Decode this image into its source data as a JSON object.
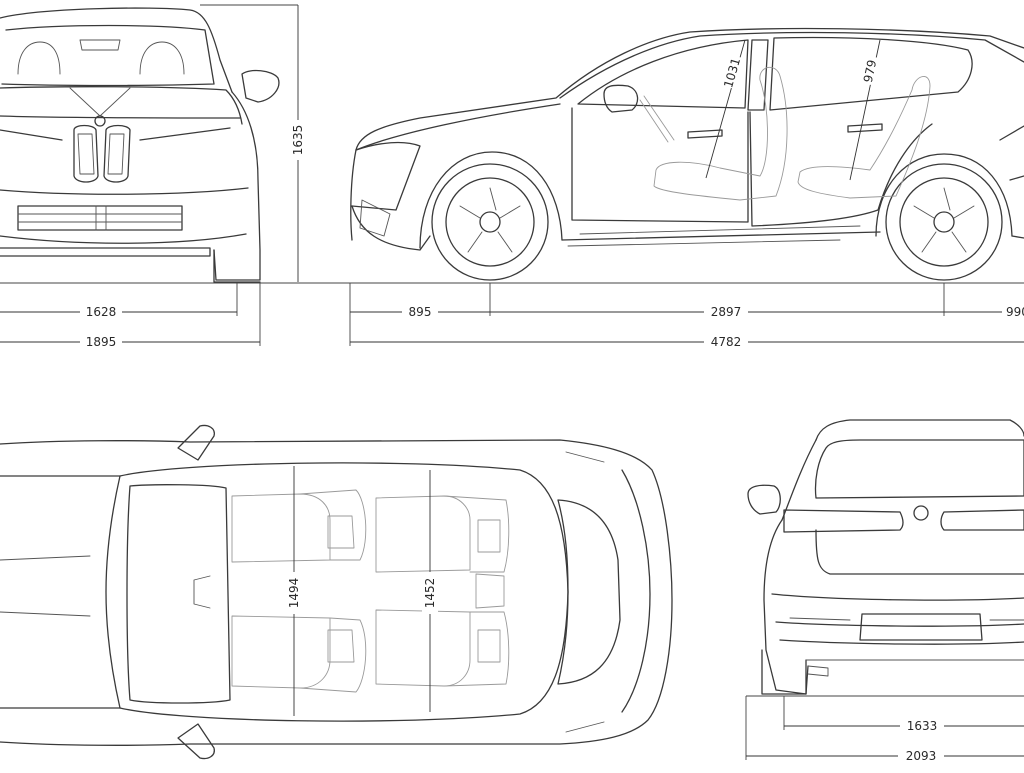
{
  "views": {
    "front": {
      "height": "1635",
      "track": "1628",
      "width": "1895"
    },
    "side": {
      "front_overhang": "895",
      "wheelbase": "2897",
      "rear_overhang": "990",
      "length": "4782",
      "front_headroom": "1031",
      "rear_headroom": "979"
    },
    "top": {
      "front_shoulder": "1494",
      "rear_shoulder": "1452"
    },
    "rear": {
      "track": "1633",
      "width_mirrors": "2093"
    }
  },
  "colors": {
    "line": "#3a3a3a",
    "interior": "#9a9a9a",
    "background": "#ffffff"
  }
}
